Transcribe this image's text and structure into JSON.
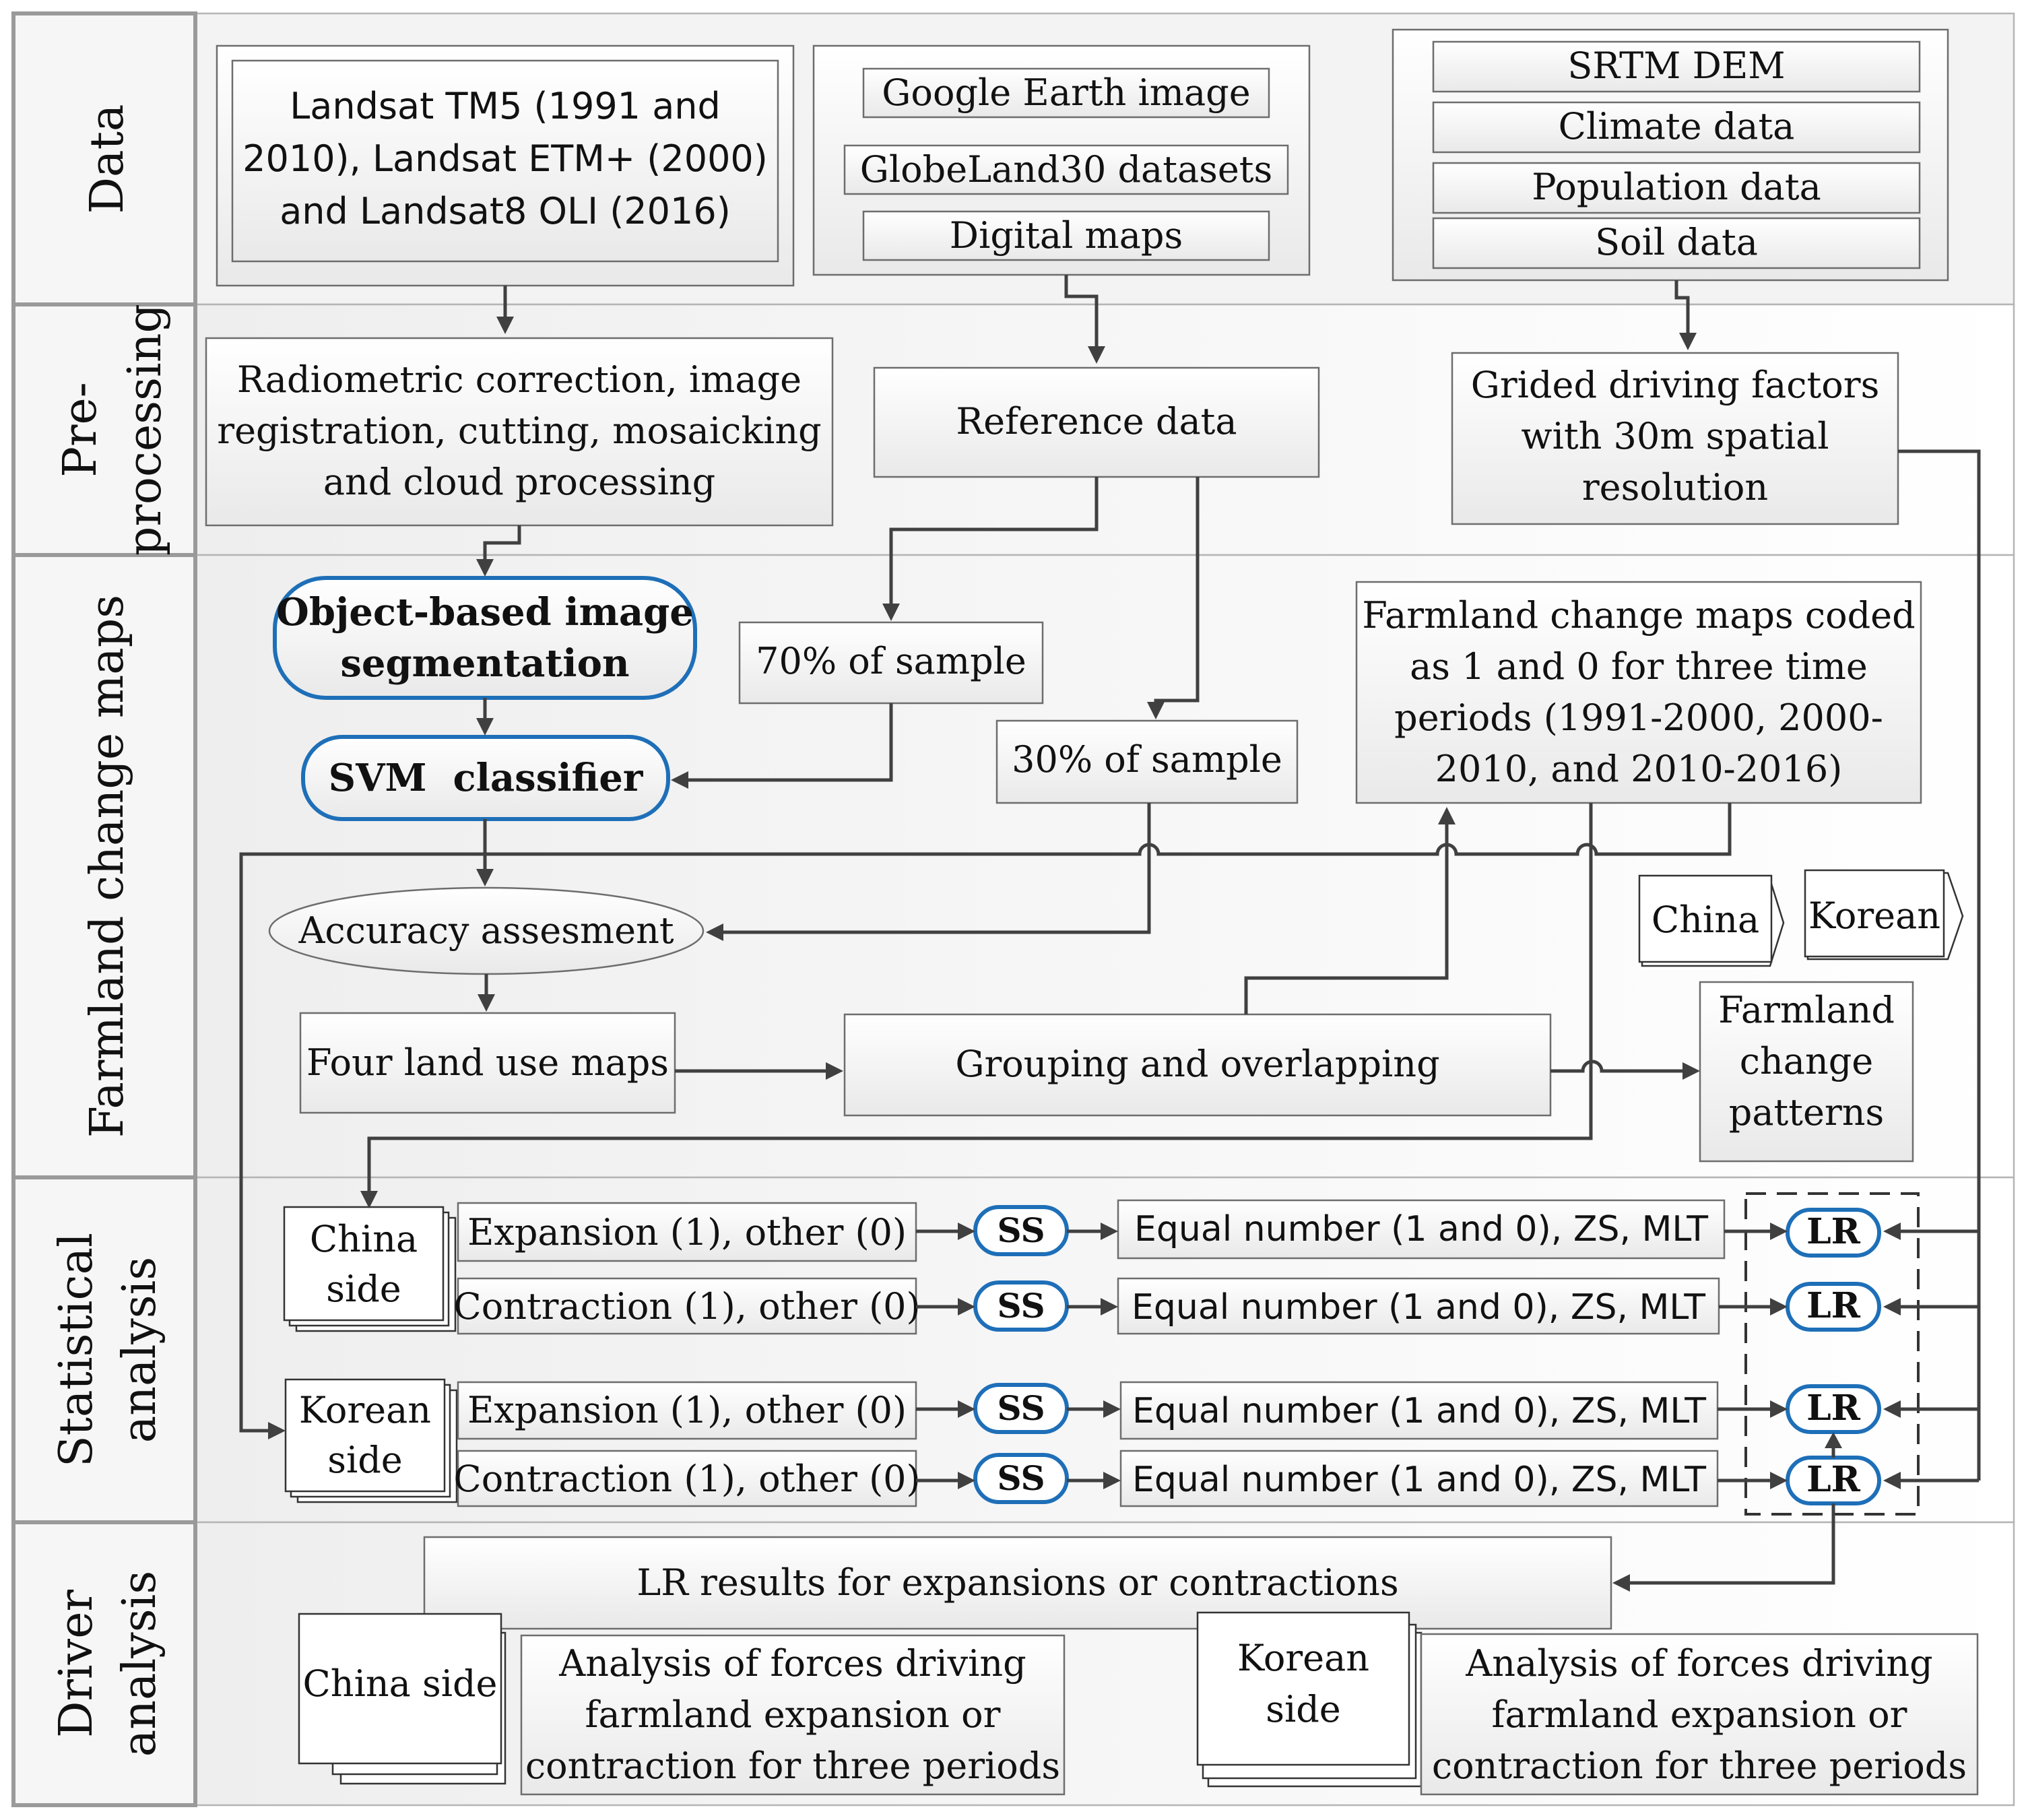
{
  "bands": {
    "data": "Data",
    "pre_1": "Pre-",
    "pre_2": "processing",
    "farmland": "Farmland change maps",
    "stat_1": "Statistical",
    "stat_2": "analysis",
    "driver_1": "Driver",
    "driver_2": "analysis"
  },
  "data": {
    "landsat": [
      "Landsat TM5 (1991 and",
      "2010), Landsat ETM+ (2000)",
      "and Landsat8 OLI (2016)"
    ],
    "google": "Google Earth image",
    "globeland": "GlobeLand30 datasets",
    "digital": "Digital maps",
    "srtm": "SRTM DEM",
    "climate": "Climate data",
    "population": "Population data",
    "soil": "Soil data"
  },
  "pre": {
    "radiometric": [
      "Radiometric correction, image",
      "registration, cutting, mosaicking",
      "and cloud processing"
    ],
    "reference": "Reference data",
    "grided": [
      "Grided driving factors",
      "with 30m spatial",
      "resolution"
    ]
  },
  "farm": {
    "segmentation": [
      "Object-based image",
      "segmentation"
    ],
    "svm": "SVM  classifier",
    "sample70": "70% of sample",
    "sample30": "30% of sample",
    "change_maps": [
      "Farmland change maps coded",
      "as 1 and 0 for three time",
      "periods (1991-2000, 2000-",
      "2010, and 2010-2016)"
    ],
    "accuracy": "Accuracy assesment",
    "four_maps": "Four land use maps",
    "grouping": "Grouping and overlapping",
    "china_tab": "China",
    "korean_tab": "Korean",
    "patterns": [
      "Farmland",
      "change",
      "patterns"
    ]
  },
  "stat": {
    "china_side": [
      "China",
      "side"
    ],
    "korean_side": [
      "Korean",
      "side"
    ],
    "expansion": "Expansion (1), other (0)",
    "contraction": "Contraction (1), other (0)",
    "ss": "SS",
    "equal": "Equal number (1 and 0), ZS, MLT",
    "lr": "LR"
  },
  "driver": {
    "lr_results": "LR results for expansions or contractions",
    "china_side": "China side",
    "korean_side": [
      "Korean",
      "side"
    ],
    "analysis": [
      "Analysis of forces driving",
      "farmland expansion or",
      "contraction for three periods"
    ]
  }
}
